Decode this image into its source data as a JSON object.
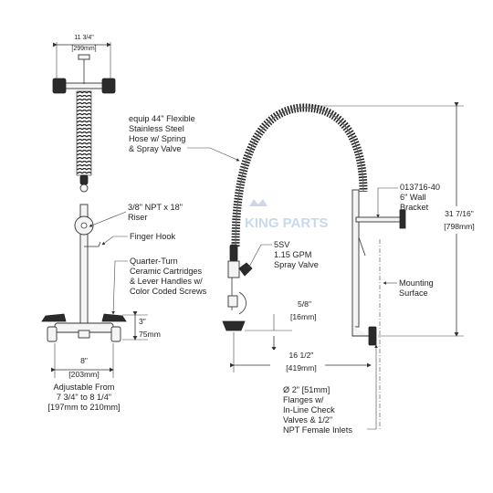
{
  "watermark": {
    "brand": "KING PARTS"
  },
  "top_view": {
    "width_imperial": "11 3/4\"",
    "width_metric": "[299mm]"
  },
  "front_view": {
    "riser_label_line1": "3/8\" NPT x 18\"",
    "riser_label_line2": "Riser",
    "hook_label": "Finger Hook",
    "cartridge_line1": "Quarter-Turn",
    "cartridge_line2": "Ceramic Cartridges",
    "cartridge_line3": "& Lever Handles w/",
    "cartridge_line4": "Color Coded Screws",
    "height_imperial": "3\"",
    "height_metric": "75mm",
    "width_imperial": "8\"",
    "width_metric": "[203mm]",
    "adjust_line1": "Adjustable From",
    "adjust_line2": "7 3/4\" to 8 1/4\"",
    "adjust_line3": "[197mm to 210mm]"
  },
  "side_view": {
    "hose_line1": "equip 44\" Flexible",
    "hose_line2": "Stainless Steel",
    "hose_line3": "Hose w/ Spring",
    "hose_line4": "& Spray Valve",
    "bracket_line1": "013716-40",
    "bracket_line2": "6\" Wall",
    "bracket_line3": "Bracket",
    "valve_line1": "5SV",
    "valve_line2": "1.15 GPM",
    "valve_line3": "Spray Valve",
    "overall_height_imperial": "31 7/16\"",
    "overall_height_metric": "[798mm]",
    "surface_line1": "Mounting",
    "surface_line2": "Surface",
    "offset_imperial": "5/8\"",
    "offset_metric": "[16mm]",
    "reach_imperial": "16 1/2\"",
    "reach_metric": "[419mm]",
    "flange_line1": "Ø 2\" [51mm]",
    "flange_line2": "Flanges w/",
    "flange_line3": "In-Line Check",
    "flange_line4": "Valves & 1/2\"",
    "flange_line5": "NPT Female Inlets"
  }
}
